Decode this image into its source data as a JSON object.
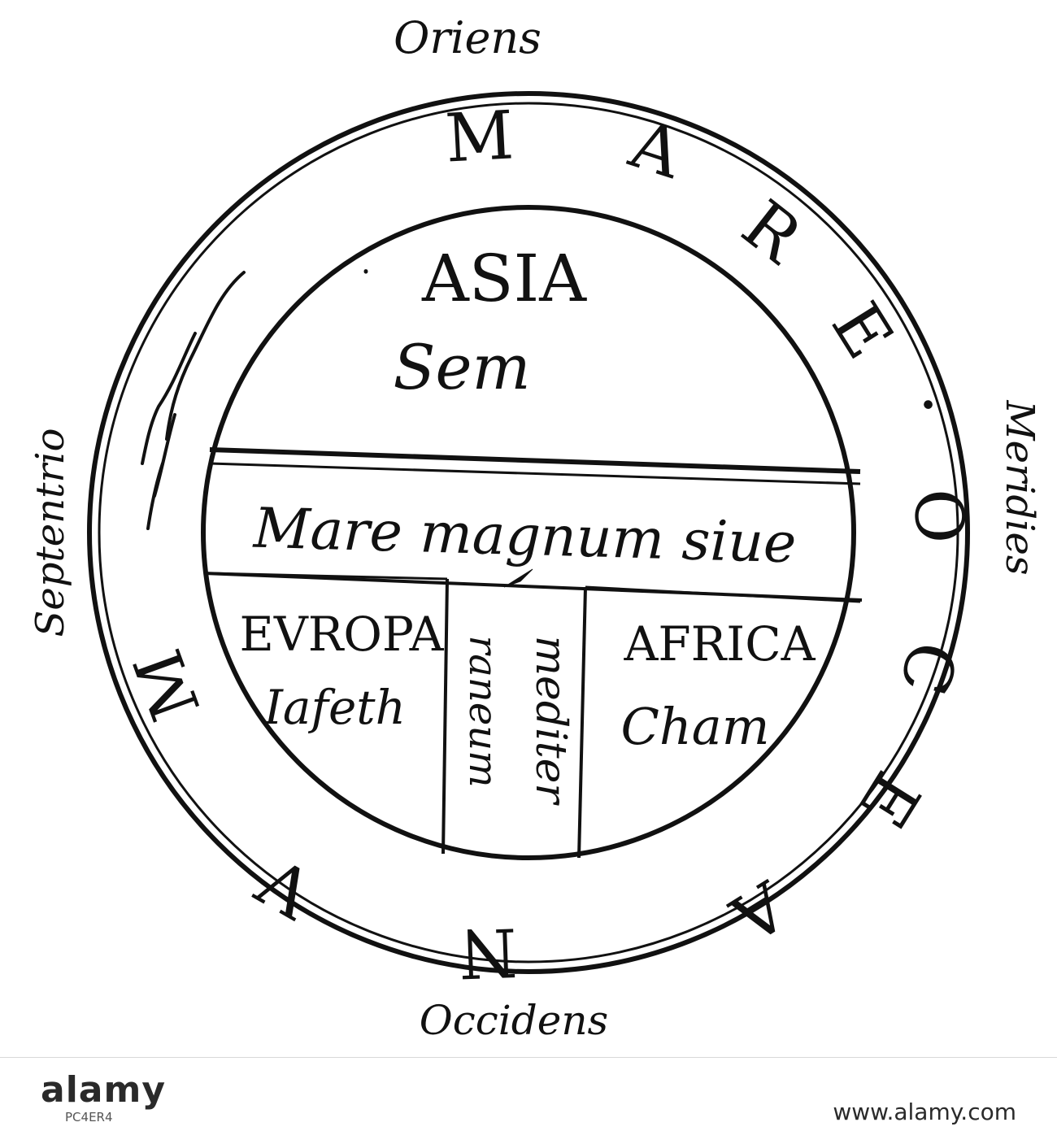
{
  "map": {
    "directions": {
      "east": "Oriens",
      "west": "Occidens",
      "north": "Septentrio",
      "south": "Meridies"
    },
    "ocean": {
      "letters": [
        "M",
        "A",
        "R",
        "E",
        "·",
        "O",
        "C",
        "E",
        "A",
        "N",
        "V",
        "M"
      ]
    },
    "continents": {
      "asia": {
        "name": "ASIA",
        "son": "Sem"
      },
      "europa": {
        "name": "EVROPA",
        "son": "Iafeth"
      },
      "africa": {
        "name": "AFRICA",
        "son": "Cham"
      }
    },
    "sea": {
      "line1": "Mare magnum siue",
      "line2a": "mediter",
      "line2b": "raneum"
    }
  },
  "watermark": {
    "logo": "alamy",
    "stock_id": "PC4ER4",
    "domain": "www.alamy.com"
  },
  "colors": {
    "ink": "#111111",
    "paper": "#ffffff"
  }
}
